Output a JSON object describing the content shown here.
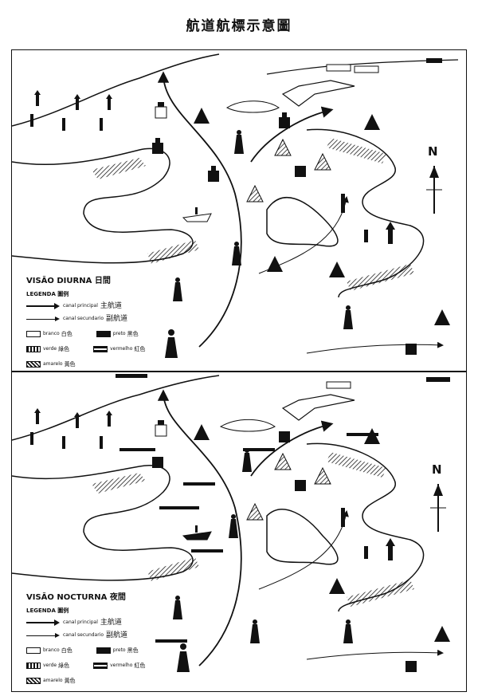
{
  "title": "航道航標示意圖",
  "north_label": "N",
  "panels": [
    {
      "id": "day",
      "heading": "VISÃO DIURNA 日間",
      "legend_title": "LEGENDA 圖例",
      "main_channel_pt": "canal principal",
      "main_channel_zh": "主航道",
      "secondary_channel_pt": "canal secundario",
      "secondary_channel_zh": "副航道",
      "colors": [
        {
          "pt": "branco",
          "zh": "白色",
          "swatch": "white"
        },
        {
          "pt": "preto",
          "zh": "黑色",
          "swatch": "black"
        },
        {
          "pt": "verde",
          "zh": "綠色",
          "swatch": "green"
        },
        {
          "pt": "vermelho",
          "zh": "紅色",
          "swatch": "red"
        },
        {
          "pt": "amarelo",
          "zh": "黃色",
          "swatch": "yellow"
        }
      ]
    },
    {
      "id": "night",
      "heading": "VISÃO NOCTURNA 夜間",
      "legend_title": "LEGENDA 圖例",
      "main_channel_pt": "canal principal",
      "main_channel_zh": "主航道",
      "secondary_channel_pt": "canal secundario",
      "secondary_channel_zh": "副航道",
      "colors": [
        {
          "pt": "branco",
          "zh": "白色",
          "swatch": "white"
        },
        {
          "pt": "preto",
          "zh": "黑色",
          "swatch": "black"
        },
        {
          "pt": "verde",
          "zh": "綠色",
          "swatch": "green"
        },
        {
          "pt": "vermelho",
          "zh": "紅色",
          "swatch": "red"
        },
        {
          "pt": "amarelo",
          "zh": "黃色",
          "swatch": "yellow"
        }
      ]
    }
  ]
}
